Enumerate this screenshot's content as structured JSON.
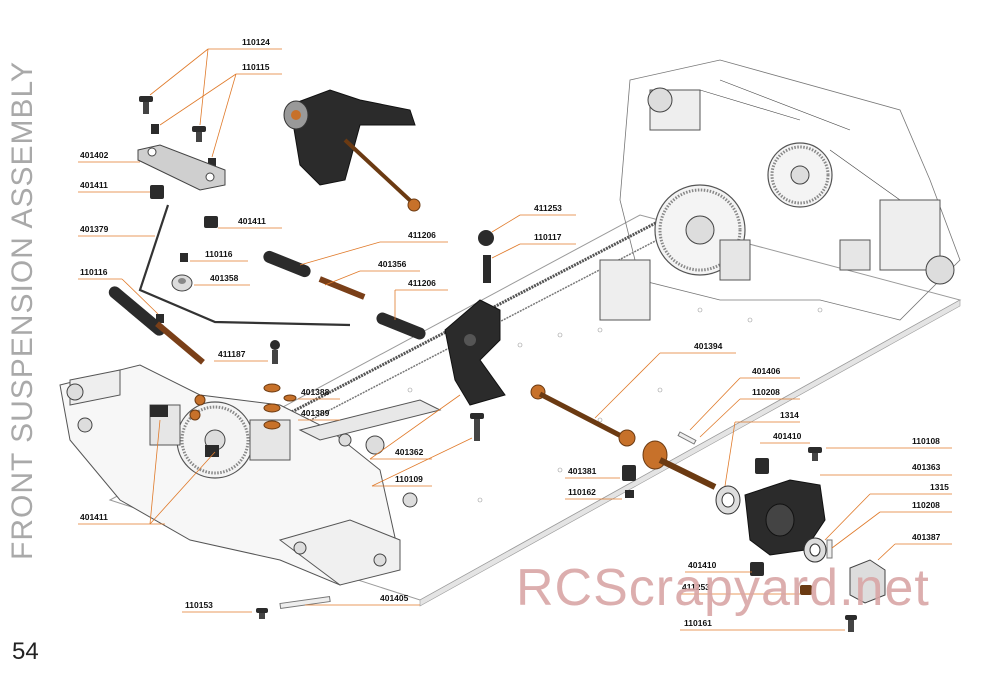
{
  "page": {
    "side_title": "FRONT SUSPENSION ASSEMBLY",
    "page_number": "54",
    "watermark": "RCScrapyard.net"
  },
  "part_labels": [
    {
      "id": "p1",
      "text": "110124"
    },
    {
      "id": "p2",
      "text": "110115"
    },
    {
      "id": "p3",
      "text": "401402"
    },
    {
      "id": "p4",
      "text": "401411"
    },
    {
      "id": "p5",
      "text": "401379"
    },
    {
      "id": "p6",
      "text": "401411"
    },
    {
      "id": "p7",
      "text": "110116"
    },
    {
      "id": "p8",
      "text": "401358"
    },
    {
      "id": "p9",
      "text": "110116"
    },
    {
      "id": "p10",
      "text": "411206"
    },
    {
      "id": "p11",
      "text": "401356"
    },
    {
      "id": "p12",
      "text": "411206"
    },
    {
      "id": "p13",
      "text": "411253"
    },
    {
      "id": "p14",
      "text": "110117"
    },
    {
      "id": "p15",
      "text": "411187"
    },
    {
      "id": "p16",
      "text": "401388"
    },
    {
      "id": "p17",
      "text": "401389"
    },
    {
      "id": "p18",
      "text": "401394"
    },
    {
      "id": "p19",
      "text": "401406"
    },
    {
      "id": "p20",
      "text": "110208"
    },
    {
      "id": "p21",
      "text": "1314"
    },
    {
      "id": "p22",
      "text": "401410"
    },
    {
      "id": "p23",
      "text": "110108"
    },
    {
      "id": "p24",
      "text": "401363"
    },
    {
      "id": "p25",
      "text": "1315"
    },
    {
      "id": "p26",
      "text": "110208"
    },
    {
      "id": "p27",
      "text": "401387"
    },
    {
      "id": "p28",
      "text": "401362"
    },
    {
      "id": "p29",
      "text": "110109"
    },
    {
      "id": "p30",
      "text": "401381"
    },
    {
      "id": "p31",
      "text": "110162"
    },
    {
      "id": "p32",
      "text": "401411"
    },
    {
      "id": "p33",
      "text": "110153"
    },
    {
      "id": "p34",
      "text": "401405"
    },
    {
      "id": "p35",
      "text": "401410"
    },
    {
      "id": "p36",
      "text": "411253"
    },
    {
      "id": "p37",
      "text": "110161"
    }
  ],
  "colors": {
    "leader": "#e07a2a",
    "part_dark": "#2b2b2b",
    "part_orange": "#c7712a",
    "title_gray": "#a9a9a9",
    "watermark": "#d9a6a6"
  }
}
